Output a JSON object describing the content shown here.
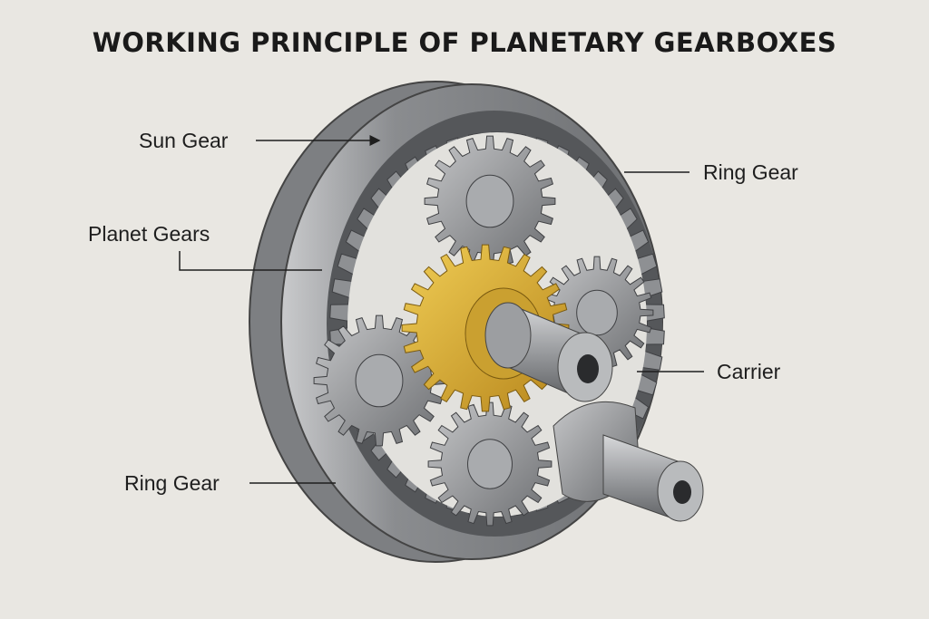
{
  "title": "WORKING PRINCIPLE OF PLANETARY GEARBOXES",
  "labels": {
    "sun_gear": "Sun Gear",
    "ring_gear_right": "Ring Gear",
    "planet_gears": "Planet Gears",
    "carrier": "Carrier",
    "ring_gear_left": "Ring Gear"
  },
  "colors": {
    "background": "#e9e7e2",
    "steel": "#8d8f92",
    "sun_gold": "#d4a92c"
  }
}
